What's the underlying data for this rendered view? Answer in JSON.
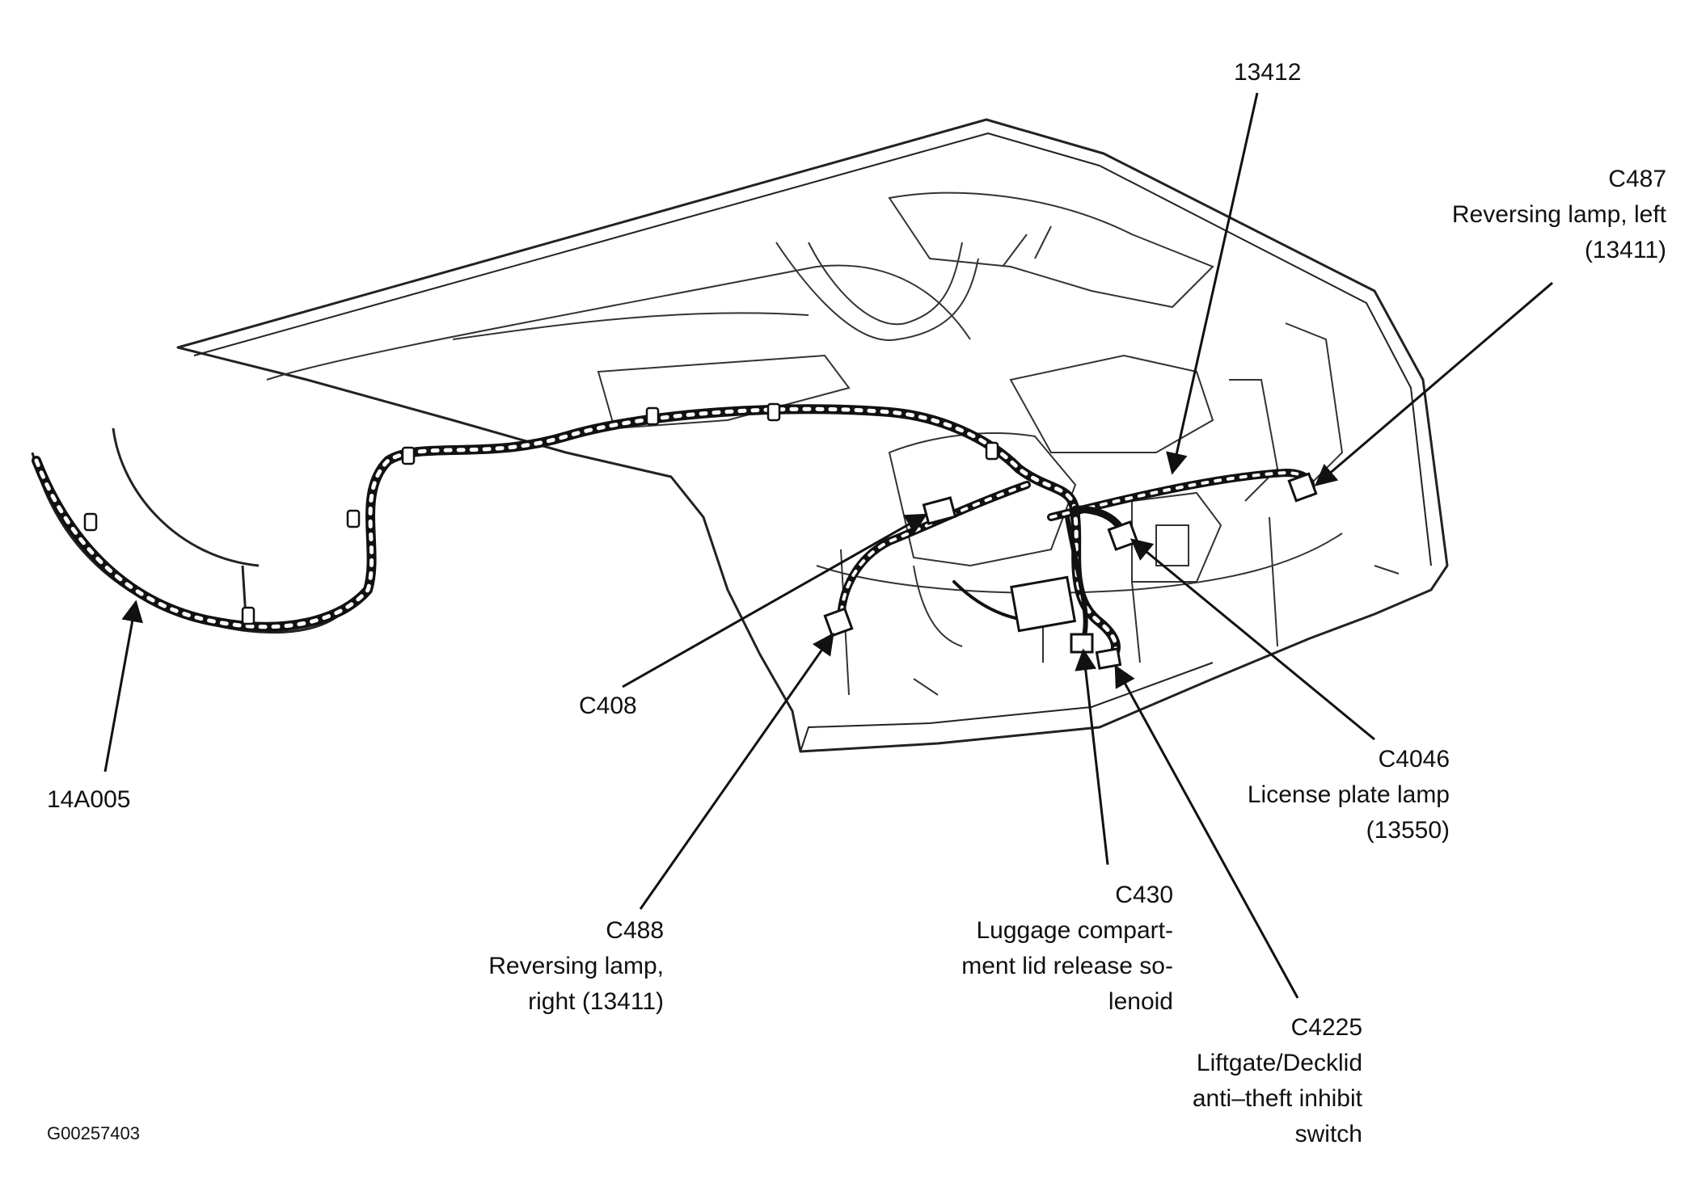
{
  "figure_id": "G00257403",
  "callouts": {
    "c13412": {
      "lines": [
        "13412"
      ]
    },
    "c487": {
      "lines": [
        "C487",
        "Reversing lamp, left",
        "(13411)"
      ]
    },
    "c14a005": {
      "lines": [
        "14A005"
      ]
    },
    "c408": {
      "lines": [
        "C408"
      ]
    },
    "c4046": {
      "lines": [
        "C4046",
        "License plate lamp",
        "(13550)"
      ]
    },
    "c430": {
      "lines": [
        "C430",
        "Luggage compart-",
        "ment lid release so-",
        "lenoid"
      ]
    },
    "c488": {
      "lines": [
        "C488",
        "Reversing lamp,",
        "right (13411)"
      ]
    },
    "c4225": {
      "lines": [
        "C4225",
        "Liftgate/Decklid",
        "anti–theft inhibit",
        "switch"
      ]
    }
  }
}
